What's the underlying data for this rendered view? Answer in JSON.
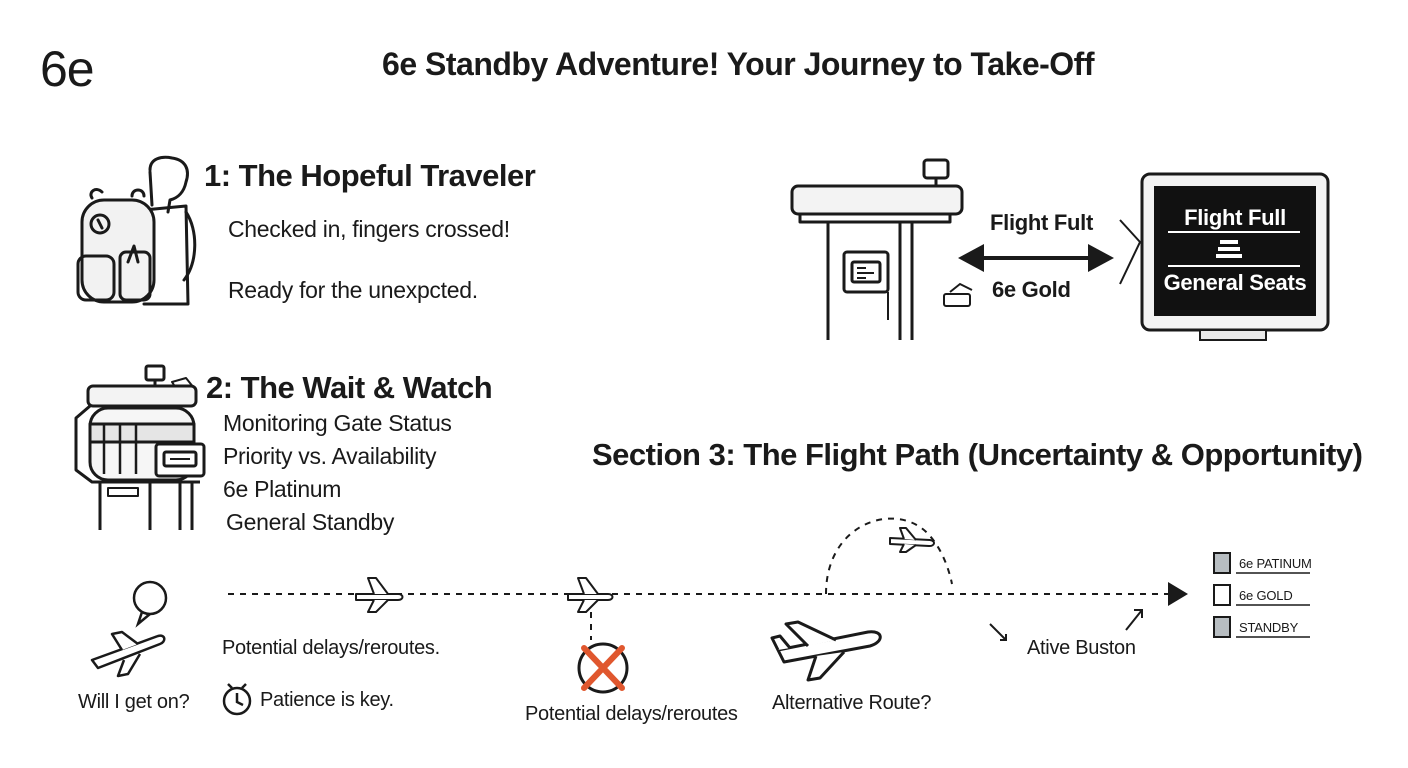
{
  "logo": "6e",
  "title": "6e Standby Adventure! Your Journey to Take-Off",
  "section1": {
    "heading": "1: The Hopeful Traveler",
    "line1": "Checked in, fingers crossed!",
    "line2": "Ready for the unexpcted."
  },
  "counter": {
    "flight_label": "Flight Fult",
    "gold_label": "6e Gold",
    "sign_line1": "Flight Full",
    "sign_line2": "General Seats"
  },
  "section2": {
    "heading": "2: The Wait & Watch",
    "lines": [
      "Monitoring Gate Status",
      "Priority vs. Availability",
      "6e Platinum",
      "General Standby"
    ]
  },
  "section3": {
    "heading": "Section 3: The Flight Path (Uncertainty & Opportunity)"
  },
  "path": {
    "question": "Will I get on?",
    "delays": "Potential delays/reroutes.",
    "patience": "Patience is key.",
    "cancel_label": "Potential delays/reroutes",
    "alt_route": "Alternative Route?",
    "active": "Ative Buston"
  },
  "legend": {
    "items": [
      {
        "label": "6e PATINUM",
        "fill": "#b8bec2"
      },
      {
        "label": "6e GOLD",
        "fill": "#ffffff"
      },
      {
        "label": "STANDBY",
        "fill": "#b8bec2"
      }
    ]
  },
  "colors": {
    "ink": "#1a1a1a",
    "cancel": "#e0572e",
    "sign_bg": "#111111",
    "light_gray": "#e9e9e9"
  }
}
